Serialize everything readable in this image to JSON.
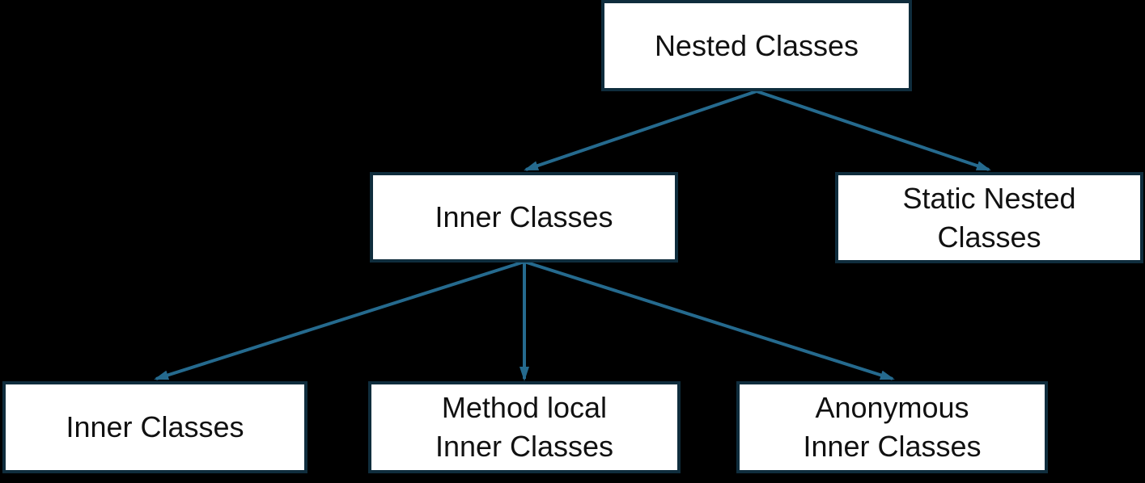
{
  "diagram": {
    "type": "tree",
    "background_color": "#000000",
    "node_fill": "#ffffff",
    "node_border_color": "#0f2d3d",
    "connector_color": "#256a8e",
    "text_color": "#111111"
  },
  "nodes": {
    "root": {
      "id": "nested-classes",
      "line1": "Nested Classes"
    },
    "inner": {
      "id": "inner-classes",
      "line1": "Inner Classes"
    },
    "static": {
      "id": "static-nested-classes",
      "line1": "Static Nested",
      "line2": "Classes"
    },
    "inner2": {
      "id": "inner-classes-leaf",
      "line1": "Inner Classes"
    },
    "method": {
      "id": "method-local-inner-classes",
      "line1": "Method local",
      "line2": "Inner Classes"
    },
    "anon": {
      "id": "anonymous-inner-classes",
      "line1": "Anonymous",
      "line2": "Inner Classes"
    }
  },
  "edges": [
    {
      "from": "nested-classes",
      "to": "inner-classes"
    },
    {
      "from": "nested-classes",
      "to": "static-nested-classes"
    },
    {
      "from": "inner-classes",
      "to": "inner-classes-leaf"
    },
    {
      "from": "inner-classes",
      "to": "method-local-inner-classes"
    },
    {
      "from": "inner-classes",
      "to": "anonymous-inner-classes"
    }
  ]
}
